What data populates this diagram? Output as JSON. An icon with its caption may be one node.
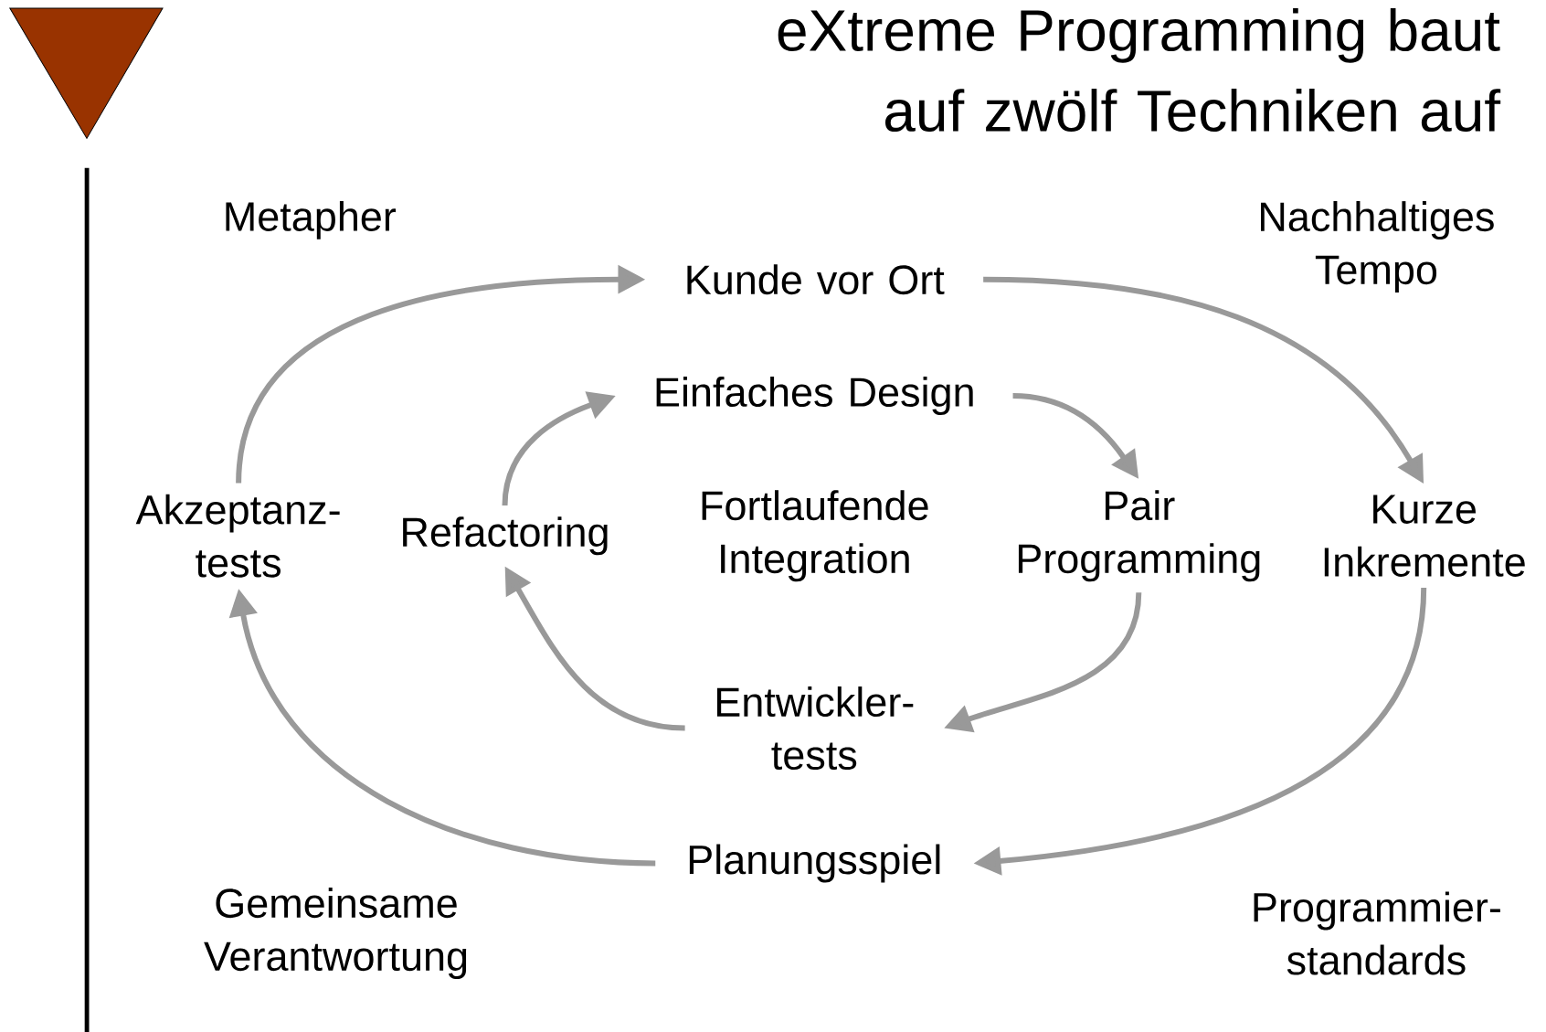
{
  "diagram": {
    "title": "eXtreme Programming baut auf zwölf Techniken auf",
    "nodes": [
      {
        "text": [
          "Kunde vor Ort"
        ]
      },
      {
        "text": [
          "Einfaches Design"
        ]
      },
      {
        "text": [
          "Akzeptanz- tests"
        ]
      },
      {
        "text": [
          "Refactoring"
        ]
      },
      {
        "text": [
          "Pair Programming"
        ]
      },
      {
        "text": [
          "Kurze Inkremente"
        ]
      },
      {
        "text": [
          "Entwickler- tests"
        ]
      },
      {
        "text": [
          "Planungsspiel"
        ]
      }
    ],
    "edges": [
      {
        "from": 2,
        "to": 0,
        "arrow": "to"
      },
      {
        "from": 0,
        "to": 5,
        "arrow": "to"
      },
      {
        "from": 5,
        "to": 7,
        "arrow": "to"
      },
      {
        "from": 7,
        "to": 2,
        "arrow": "to"
      },
      {
        "from": 3,
        "to": 1,
        "arrow": "to"
      },
      {
        "from": 1,
        "to": 4,
        "arrow": "to"
      },
      {
        "from": 4,
        "to": 6,
        "arrow": "to"
      },
      {
        "from": 6,
        "to": 3,
        "arrow": "to"
      }
    ],
    "labels": [
      "Metapher",
      "Nachhaltiges Tempo",
      "Fortlaufende Integration",
      "Gemeinsame Verantwortung",
      "Programmier- standards"
    ]
  }
}
